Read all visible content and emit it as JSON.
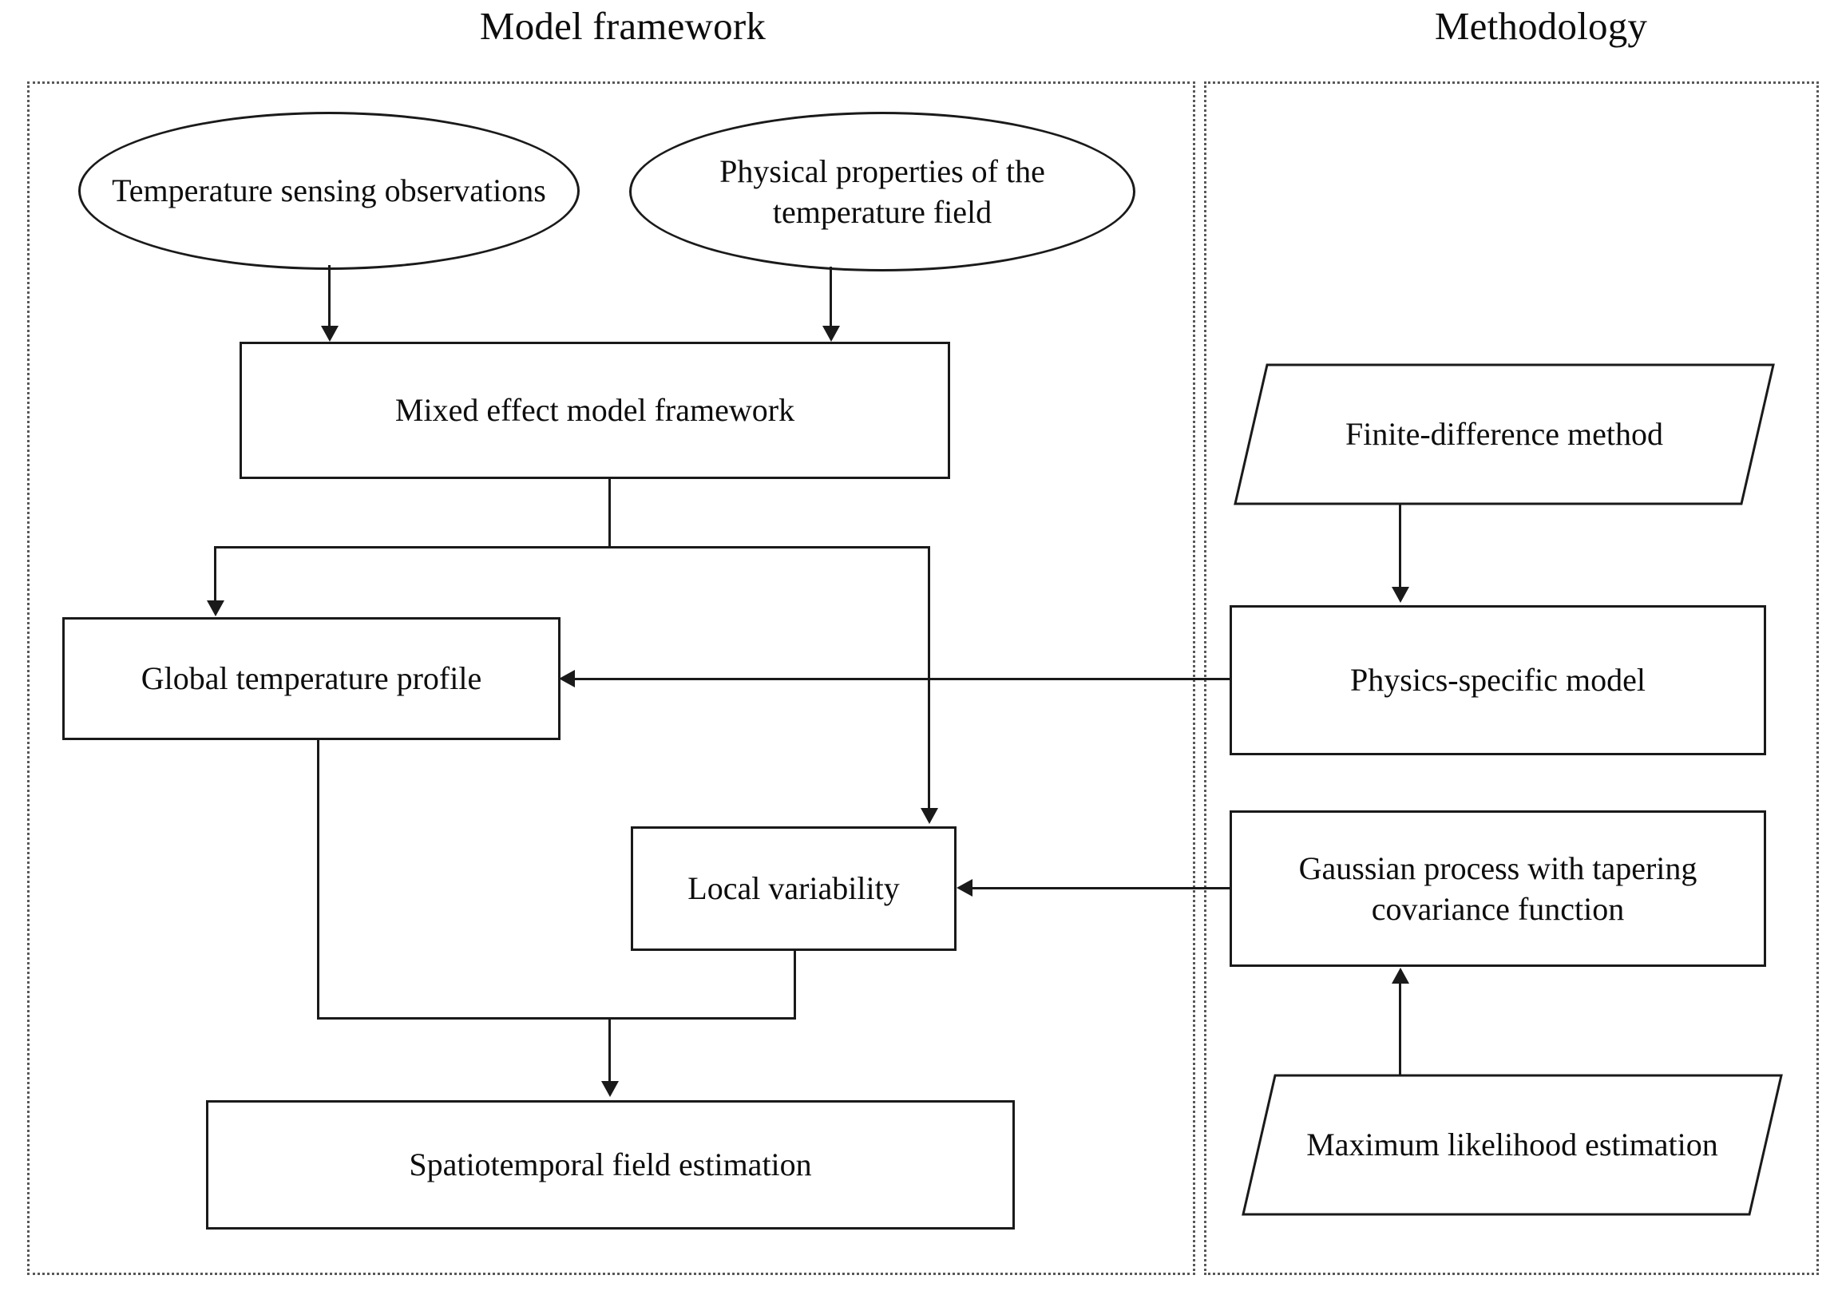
{
  "panels": [
    {
      "id": "model-framework",
      "title": "Model framework"
    },
    {
      "id": "methodology",
      "title": "Methodology"
    }
  ],
  "nodes": {
    "temp_sensing": "Temperature sensing observations",
    "phys_props": "Physical properties of the temperature field",
    "mixed_effect": "Mixed effect model framework",
    "global_temp": "Global temperature profile",
    "local_var": "Local variability",
    "spatiotemporal": "Spatiotemporal field estimation",
    "finite_diff": "Finite-difference method",
    "physics_model": "Physics-specific model",
    "gaussian": "Gaussian process with tapering covariance function",
    "mle": "Maximum likelihood estimation"
  },
  "edges": [
    {
      "from": "temp_sensing",
      "to": "mixed_effect",
      "style": "arrow-down"
    },
    {
      "from": "phys_props",
      "to": "mixed_effect",
      "style": "arrow-down"
    },
    {
      "from": "mixed_effect",
      "to": "global_temp",
      "style": "arrow-down-elbow"
    },
    {
      "from": "mixed_effect",
      "to": "local_var",
      "style": "arrow-down-elbow"
    },
    {
      "from": "global_temp",
      "to": "spatiotemporal",
      "style": "arrow-down-elbow"
    },
    {
      "from": "local_var",
      "to": "spatiotemporal",
      "style": "arrow-down-elbow"
    },
    {
      "from": "physics_model",
      "to": "global_temp",
      "style": "arrow-left"
    },
    {
      "from": "gaussian",
      "to": "local_var",
      "style": "arrow-left"
    },
    {
      "from": "finite_diff",
      "to": "physics_model",
      "style": "arrow-down"
    },
    {
      "from": "mle",
      "to": "gaussian",
      "style": "arrow-up"
    }
  ],
  "colors": {
    "node_stroke": "#1a1a1a",
    "panel_stroke": "#585858",
    "text": "#0d0d0d",
    "background": "#ffffff"
  }
}
